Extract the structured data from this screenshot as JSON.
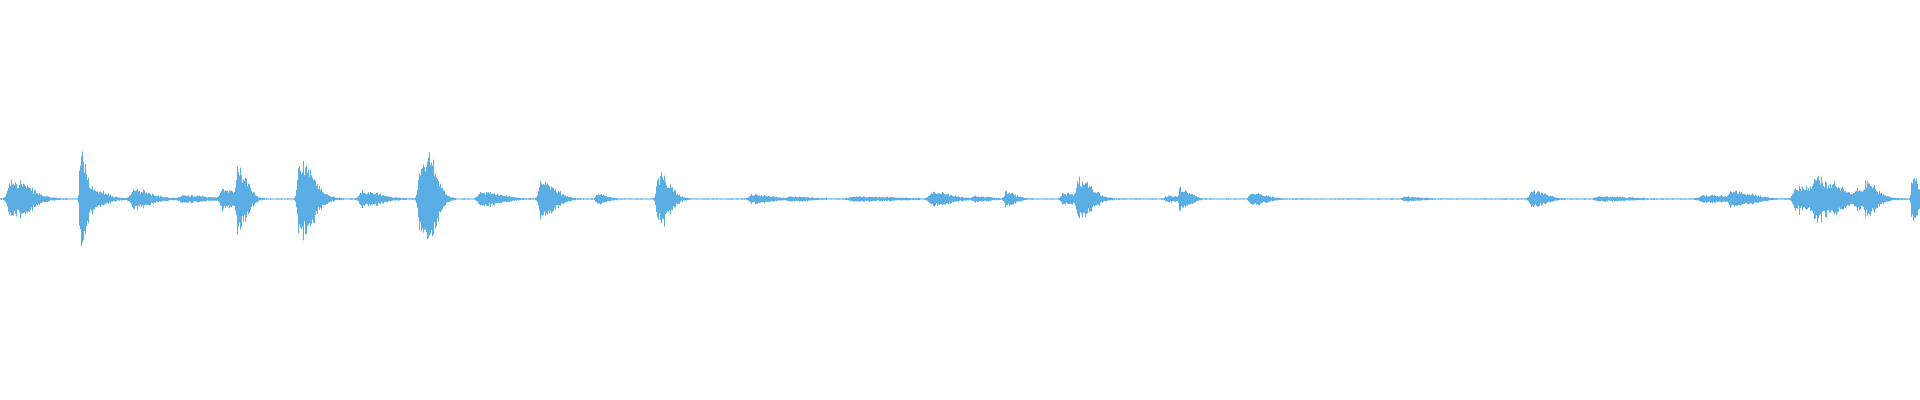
{
  "colors": {
    "background": "#ffffff",
    "waveform": "#5aaee3"
  },
  "waveform": {
    "description_of_visible_text": "",
    "peaks": [
      {
        "t": 0.006,
        "amp": 0.47,
        "spread": 0.004
      },
      {
        "t": 0.042,
        "amp": 1.0,
        "spread": 0.0015
      },
      {
        "t": 0.049,
        "amp": 0.18,
        "spread": 0.003
      },
      {
        "t": 0.07,
        "amp": 0.2,
        "spread": 0.004
      },
      {
        "t": 0.096,
        "amp": 0.08,
        "spread": 0.005
      },
      {
        "t": 0.116,
        "amp": 0.22,
        "spread": 0.003
      },
      {
        "t": 0.124,
        "amp": 0.7,
        "spread": 0.002
      },
      {
        "t": 0.156,
        "amp": 0.92,
        "spread": 0.0025
      },
      {
        "t": 0.162,
        "amp": 0.15,
        "spread": 0.003
      },
      {
        "t": 0.189,
        "amp": 0.18,
        "spread": 0.004
      },
      {
        "t": 0.219,
        "amp": 1.0,
        "spread": 0.0025
      },
      {
        "t": 0.224,
        "amp": 0.45,
        "spread": 0.002
      },
      {
        "t": 0.251,
        "amp": 0.18,
        "spread": 0.004
      },
      {
        "t": 0.282,
        "amp": 0.45,
        "spread": 0.003
      },
      {
        "t": 0.311,
        "amp": 0.12,
        "spread": 0.002
      },
      {
        "t": 0.343,
        "amp": 0.6,
        "spread": 0.0025
      },
      {
        "t": 0.392,
        "amp": 0.1,
        "spread": 0.004
      },
      {
        "t": 0.412,
        "amp": 0.05,
        "spread": 0.004
      },
      {
        "t": 0.446,
        "amp": 0.05,
        "spread": 0.008
      },
      {
        "t": 0.486,
        "amp": 0.15,
        "spread": 0.004
      },
      {
        "t": 0.508,
        "amp": 0.06,
        "spread": 0.003
      },
      {
        "t": 0.524,
        "amp": 0.18,
        "spread": 0.002
      },
      {
        "t": 0.554,
        "amp": 0.12,
        "spread": 0.003
      },
      {
        "t": 0.562,
        "amp": 0.42,
        "spread": 0.003
      },
      {
        "t": 0.608,
        "amp": 0.06,
        "spread": 0.003
      },
      {
        "t": 0.615,
        "amp": 0.22,
        "spread": 0.002
      },
      {
        "t": 0.652,
        "amp": 0.15,
        "spread": 0.003
      },
      {
        "t": 0.732,
        "amp": 0.05,
        "spread": 0.003
      },
      {
        "t": 0.798,
        "amp": 0.18,
        "spread": 0.003
      },
      {
        "t": 0.834,
        "amp": 0.05,
        "spread": 0.006
      },
      {
        "t": 0.888,
        "amp": 0.08,
        "spread": 0.006
      },
      {
        "t": 0.902,
        "amp": 0.15,
        "spread": 0.003
      },
      {
        "t": 0.912,
        "amp": 0.06,
        "spread": 0.003
      },
      {
        "t": 0.936,
        "amp": 0.3,
        "spread": 0.004
      },
      {
        "t": 0.946,
        "amp": 0.38,
        "spread": 0.004
      },
      {
        "t": 0.956,
        "amp": 0.15,
        "spread": 0.003
      },
      {
        "t": 0.968,
        "amp": 0.2,
        "spread": 0.004
      },
      {
        "t": 0.972,
        "amp": 0.22,
        "spread": 0.002
      },
      {
        "t": 0.996,
        "amp": 0.55,
        "spread": 0.0015
      }
    ],
    "noise_level": 0.012
  }
}
